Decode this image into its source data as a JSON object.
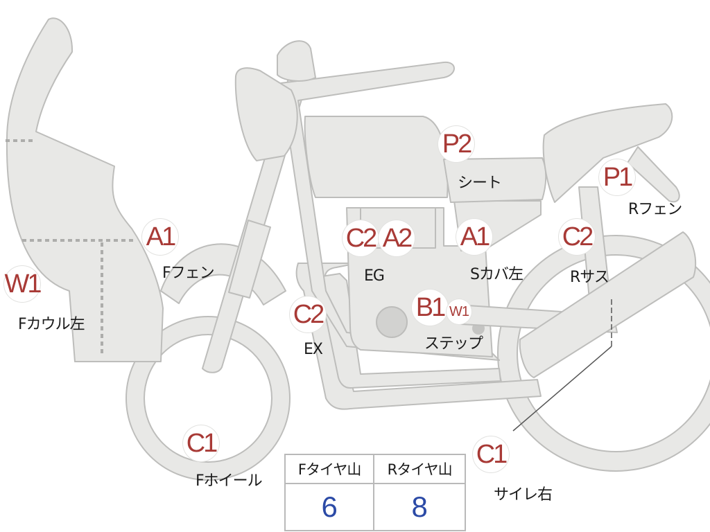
{
  "colors": {
    "part_fill": "#e8e8e6",
    "part_stroke": "#bdbdbb",
    "grade_text": "#a83a36",
    "tire_value": "#2b4aa6",
    "table_border": "#b9b9b9"
  },
  "markers": [
    {
      "id": "w1-fcowl",
      "grade": "W1",
      "part": "Fカウル左"
    },
    {
      "id": "a1-ffender",
      "grade": "A1",
      "part": "Fフェン"
    },
    {
      "id": "c2-ex",
      "grade": "C2",
      "part": "EX"
    },
    {
      "id": "c2-eg",
      "grade": "C2",
      "part": "EG"
    },
    {
      "id": "a2-eg",
      "grade": "A2",
      "part": ""
    },
    {
      "id": "p2-seat",
      "grade": "P2",
      "part": "シート"
    },
    {
      "id": "a1-scover",
      "grade": "A1",
      "part": "Sカバ左"
    },
    {
      "id": "b1-step",
      "grade": "B1",
      "part": "ステップ"
    },
    {
      "id": "w1-step",
      "grade": "W1",
      "part": ""
    },
    {
      "id": "c2-rsus",
      "grade": "C2",
      "part": "Rサス"
    },
    {
      "id": "p1-rfender",
      "grade": "P1",
      "part": "Rフェン"
    },
    {
      "id": "c1-fwheel",
      "grade": "C1",
      "part": "Fホイール"
    },
    {
      "id": "c1-muffler",
      "grade": "C1",
      "part": "サイレ右"
    }
  ],
  "tire_table": {
    "front_label": "Fタイヤ山",
    "rear_label": "Rタイヤ山",
    "front_value": "6",
    "rear_value": "8"
  }
}
